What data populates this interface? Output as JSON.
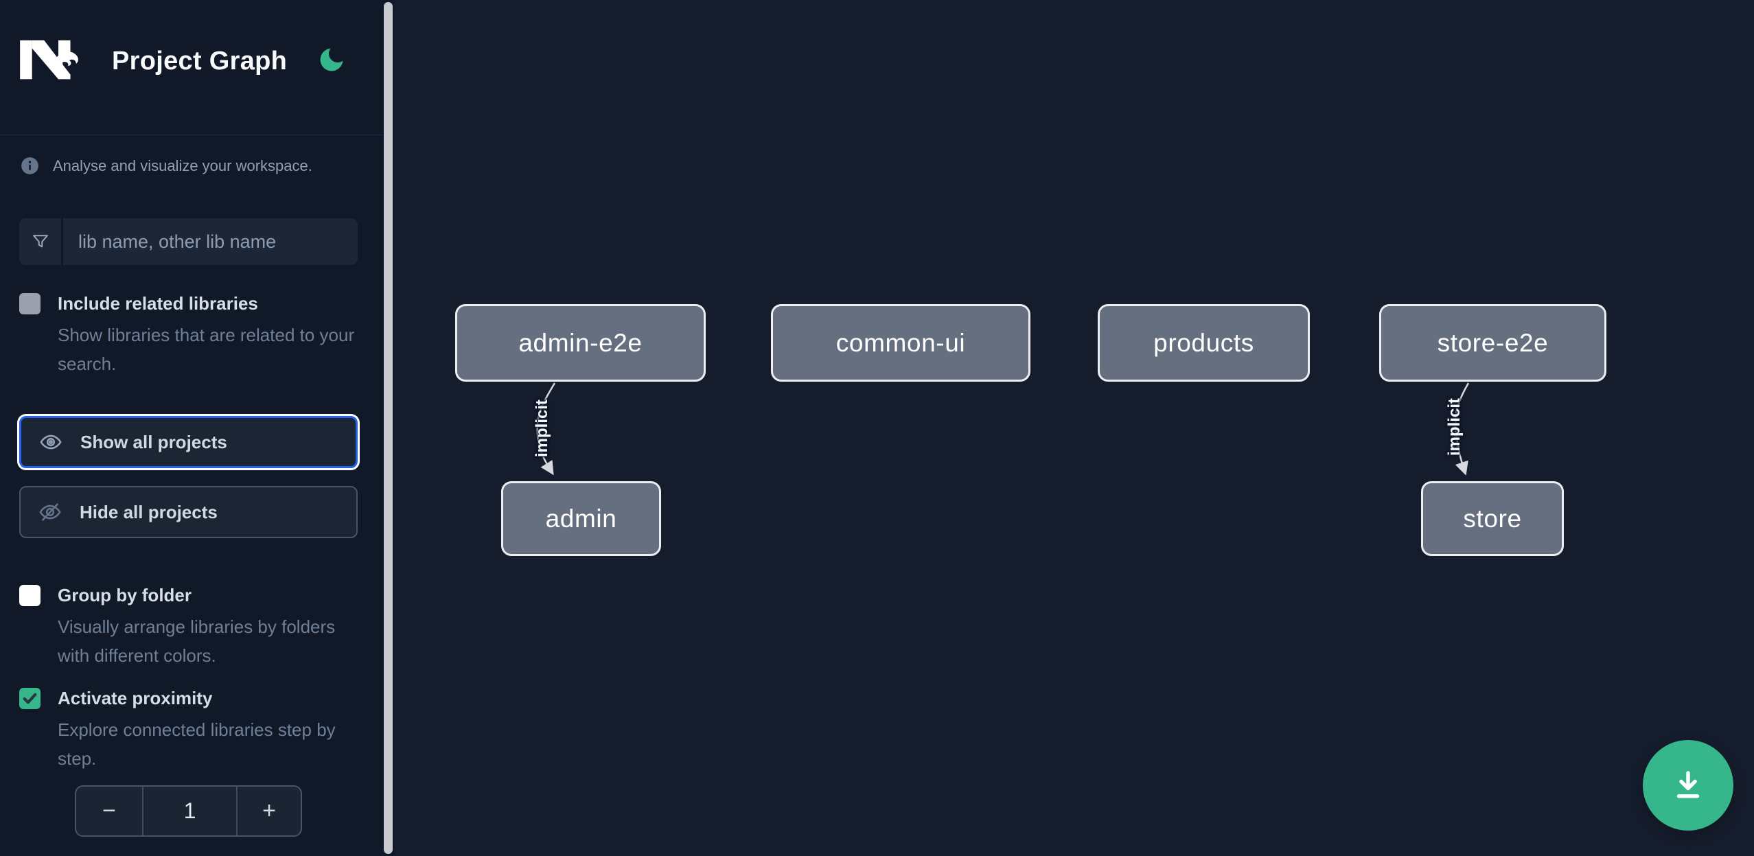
{
  "header": {
    "title": "Project Graph",
    "logo": "nx-logo",
    "theme_toggle_icon": "moon-icon"
  },
  "info": {
    "icon": "info-icon",
    "text": "Analyse and visualize your workspace."
  },
  "search": {
    "icon": "filter-funnel-icon",
    "placeholder": "lib name, other lib name",
    "value": ""
  },
  "options": [
    {
      "label": "Include related libraries",
      "description": "Show libraries that are related to your search.",
      "checked": false,
      "disabled": true
    },
    {
      "label": "Group by folder",
      "description": "Visually arrange libraries by folders with different colors.",
      "checked": false,
      "disabled": false
    },
    {
      "label": "Activate proximity",
      "description": "Explore connected libraries step by step.",
      "checked": true,
      "disabled": false
    }
  ],
  "buttons": {
    "show_all": {
      "label": "Show all projects",
      "icon": "eye-icon",
      "focused": true
    },
    "hide_all": {
      "label": "Hide all projects",
      "icon": "eye-off-icon",
      "focused": false
    }
  },
  "stepper": {
    "decrement_label": "−",
    "value": "1",
    "increment_label": "+"
  },
  "graph": {
    "nodes": [
      {
        "label": "admin-e2e"
      },
      {
        "label": "common-ui"
      },
      {
        "label": "products"
      },
      {
        "label": "store-e2e"
      },
      {
        "label": "admin"
      },
      {
        "label": "store"
      }
    ],
    "edges": [
      {
        "from": "admin-e2e",
        "to": "admin",
        "label": "implicit"
      },
      {
        "from": "store-e2e",
        "to": "store",
        "label": "implicit"
      }
    ]
  },
  "fab": {
    "icon": "download-icon"
  },
  "colors": {
    "accent_green": "#35b78b",
    "focus_blue": "#2563eb",
    "node_fill": "#666f80",
    "node_border": "#eceef1",
    "edge_stroke": "#d5d9df",
    "sidebar_bg": "#111827",
    "canvas_bg": "#151c2c"
  }
}
